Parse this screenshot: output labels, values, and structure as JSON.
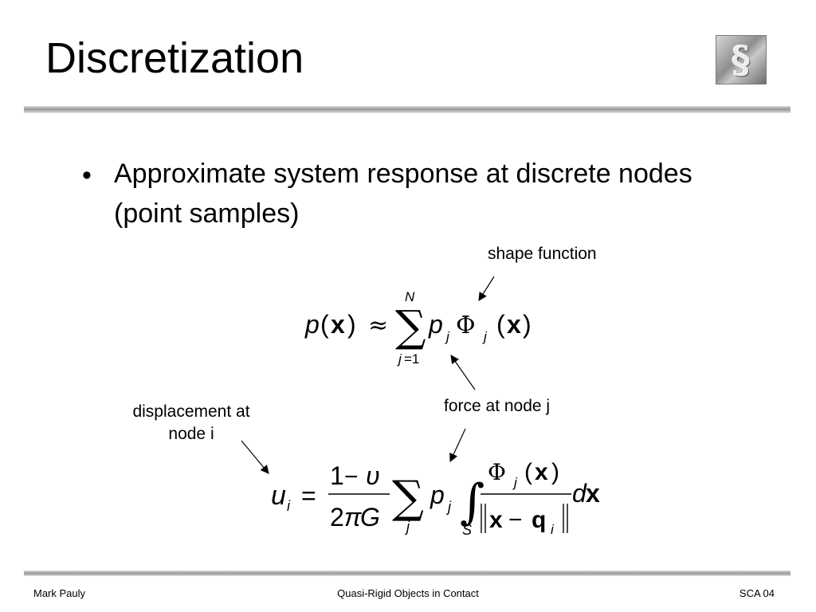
{
  "slide": {
    "title": "Discretization",
    "bullets": [
      {
        "text": "Approximate system response at discrete nodes (point samples)"
      }
    ]
  },
  "annotations": {
    "shape_function": "shape function",
    "force_at_node": "force at node j",
    "displacement_at_node": "displacement at node i"
  },
  "equations": {
    "eq1": {
      "lhs": "p(x)",
      "relation": "≈",
      "sum_upper": "N",
      "sum_lower": "j=1",
      "rhs": "p_j Φ_j(x)"
    },
    "eq2": {
      "lhs": "u_i",
      "relation": "=",
      "frac1_num": "1−υ",
      "frac1_den": "2πG",
      "sum_lower": "j",
      "integral_domain": "S",
      "frac2_num": "Φ_j(x)",
      "frac2_den": "‖x − q_i‖",
      "differential": "dx"
    }
  },
  "footer": {
    "author": "Mark Pauly",
    "course_title": "Quasi-Rigid Objects in Contact",
    "code": "SCA 04"
  },
  "colors": {
    "text": "#000000",
    "rule": "#a0a0a0",
    "logo": "#8e8e8e"
  },
  "icons": {
    "logo": "course-logo-icon"
  }
}
